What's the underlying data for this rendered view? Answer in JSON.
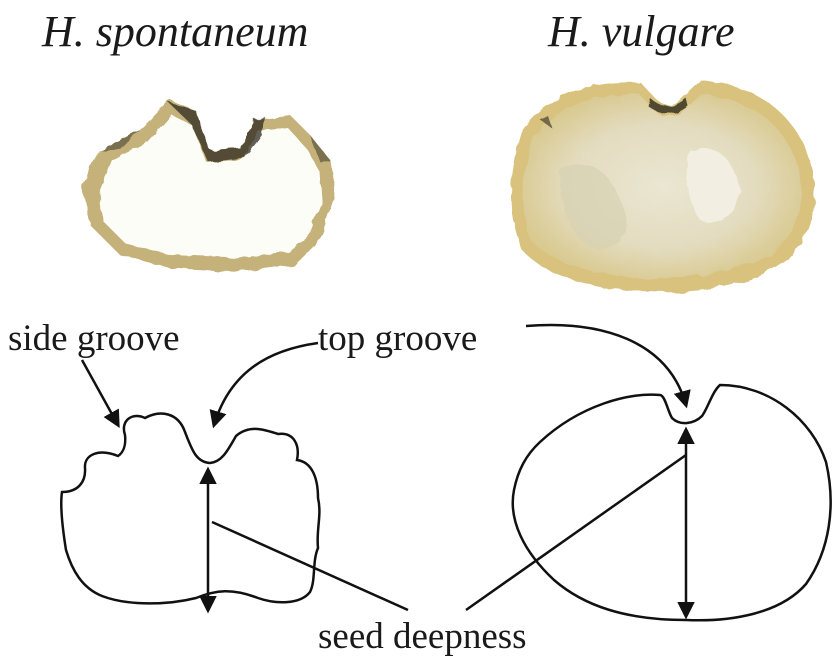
{
  "figure": {
    "species_left": "H. spontaneum",
    "species_right": "H. vulgare",
    "label_side_groove": "side groove",
    "label_top_groove": "top groove",
    "label_seed_deepness": "seed deepness"
  },
  "colors": {
    "outline": "#111111",
    "seed_white": "#fbfbf4",
    "seed_rim_tan": "#c9b77e",
    "seed_rim_dark": "#3a3322",
    "vulgare_body": "#e8e0c2",
    "vulgare_rim": "#d7c07a"
  }
}
